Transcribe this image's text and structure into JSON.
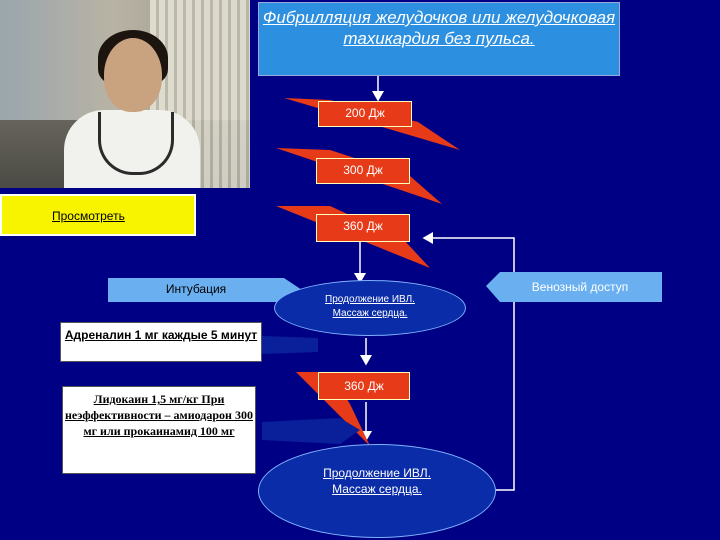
{
  "title": "Фибрилляция желудочков или желудочковая тахикардия без пульса.",
  "shock1": "200 Дж",
  "shock2": "300 Дж",
  "shock3": "360 Дж",
  "shock4": "360 Дж",
  "review_button": "Просмотреть",
  "intubation": "Интубация",
  "venous_access": "Венозный доступ",
  "cpr1": "Продолжение ИВЛ. Массаж сердца.",
  "adrenaline": "Адреналин 1 мг каждые 5 минут",
  "lidocaine": "Лидокаин 1,5 мг/кг При неэффективности – амиодарон 300 мг или прокаинамид 100 мг",
  "cpr2": "Продолжение ИВЛ. Массаж сердца.",
  "colors": {
    "background": "#000084",
    "title_box": "#2d8fe0",
    "shock": "#e63a18",
    "arrow": "#6ab0f0",
    "review": "#f8f400"
  }
}
